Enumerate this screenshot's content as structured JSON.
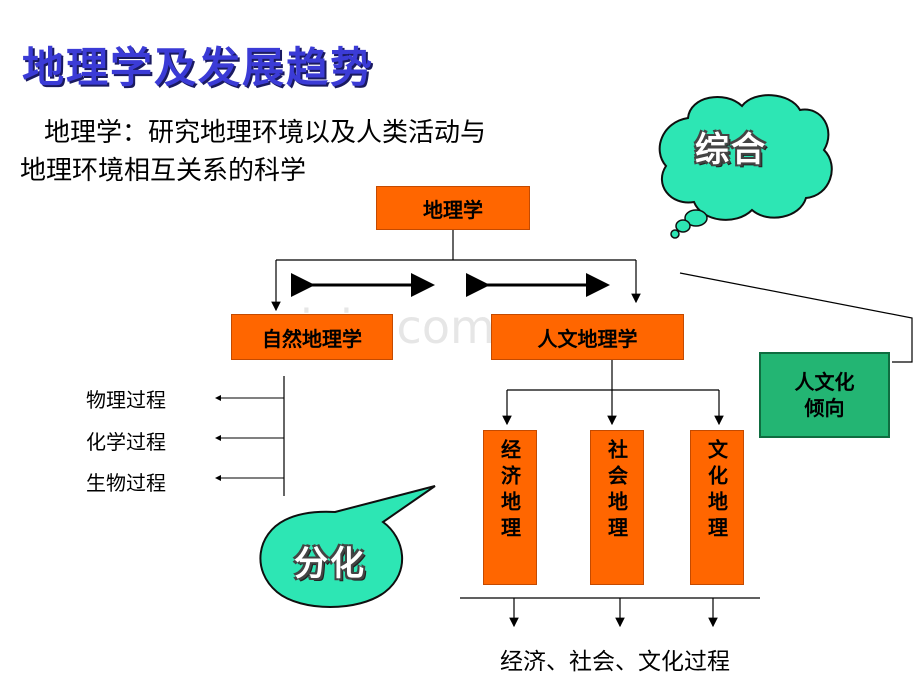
{
  "title": "地理学及发展趋势",
  "definition": {
    "line1": "地理学：研究地理环境以及人类活动与",
    "line2": "地理环境相互关系的科学"
  },
  "root_node": "地理学",
  "physical_geography": "自然地理学",
  "human_geography": "人文地理学",
  "physical_processes": [
    "物理过程",
    "化学过程",
    "生物过程"
  ],
  "human_branches": [
    "经济地理",
    "社会地理",
    "文化地理"
  ],
  "cultural_tendency": "人文化倾向",
  "bottom_processes": "经济、社会、文化过程",
  "bubbles": {
    "synthesis": "综合",
    "differentiation": "分化"
  },
  "watermark": "ixin.com",
  "colors": {
    "title": "#3b3bd6",
    "box_orange": "#ff6600",
    "box_green": "#23b573",
    "bubble_fill": "#2de6b4",
    "bubble_stroke": "#0f0f0f"
  }
}
